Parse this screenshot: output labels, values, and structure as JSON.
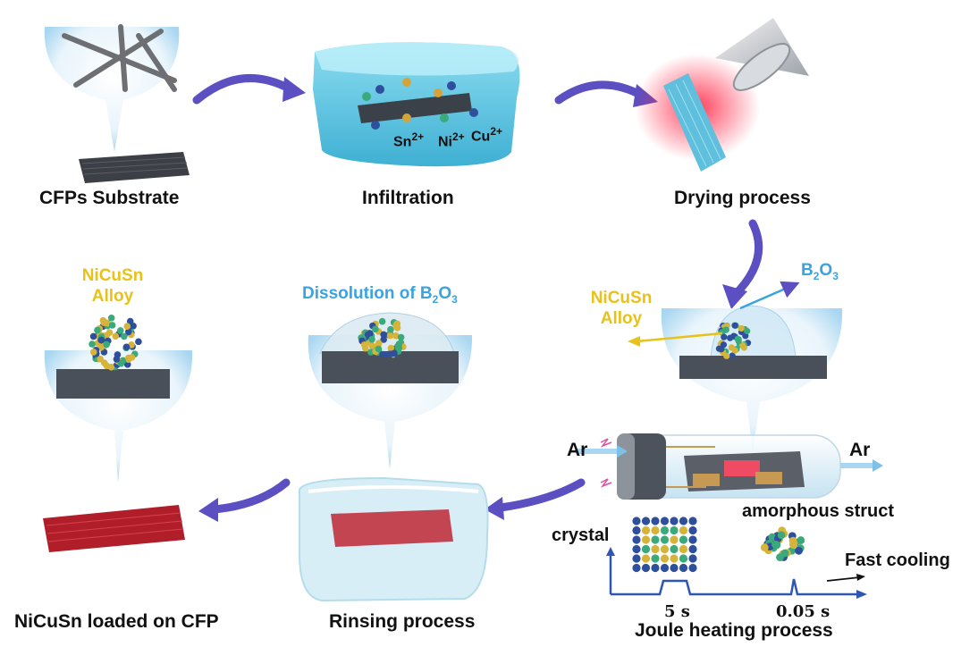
{
  "stages": {
    "substrate": "CFPs Substrate",
    "infiltration": "Infiltration",
    "drying": "Drying process",
    "joule": "Joule heating process",
    "rinsing": "Rinsing process",
    "loaded": "NiCuSn loaded on CFP"
  },
  "ions": {
    "sn": "Sn",
    "sn_charge": "2+",
    "ni": "Ni",
    "ni_charge": "2+",
    "cu": "Cu",
    "cu_charge": "2+"
  },
  "alloy": {
    "line1": "NiCuSn",
    "line2": "Alloy"
  },
  "b2o3": {
    "b": "B",
    "b_sub": "2",
    "o": "O",
    "o_sub": "3"
  },
  "dissolution": {
    "prefix": "Dissolution of  B",
    "b_sub": "2",
    "o": "O",
    "o_sub": "3"
  },
  "gas": {
    "in": "Ar",
    "out": "Ar"
  },
  "structures": {
    "crystal": "crystal",
    "amorphous": "amorphous struct",
    "cooling": "Fast cooling"
  },
  "times": {
    "heat": "5 s",
    "pulse": "0.05 s"
  },
  "colors": {
    "arrow": "#5b4fc2",
    "alloy_text": "#e8c21a",
    "b2o3_text": "#3aa3e0",
    "timeline": "#2f56b3",
    "atom_blue": "#2e4f9c",
    "atom_yellow": "#d6b43a",
    "atom_green": "#3aa97b"
  }
}
